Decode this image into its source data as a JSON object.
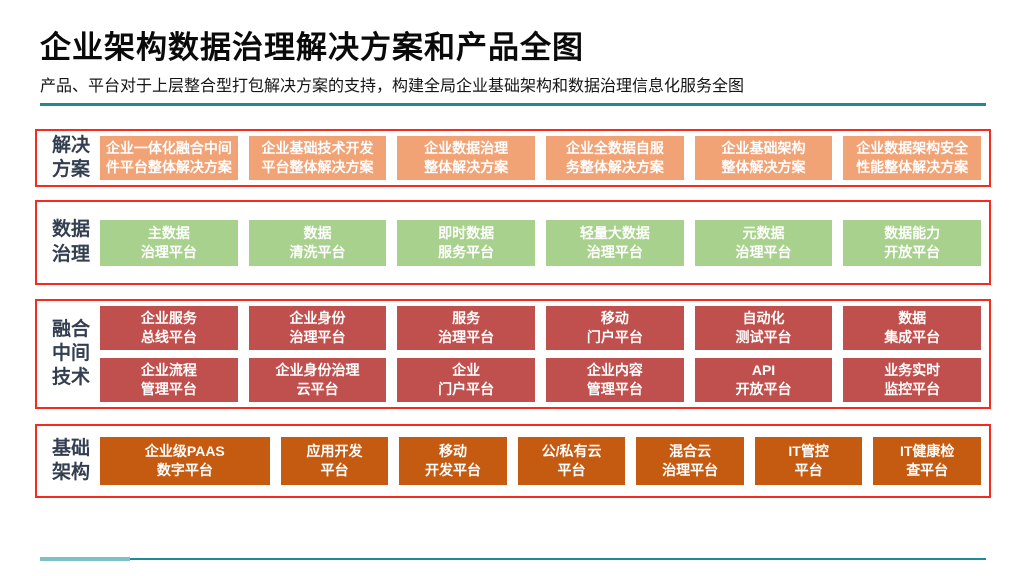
{
  "page": {
    "title": "企业架构数据治理解决方案和产品全图",
    "subtitle": "产品、平台对于上层整合型打包解决方案的支持，构建全局企业基础架构和数据治理信息化服务全图"
  },
  "colors": {
    "divider_teal": "#1E8A96",
    "divider_teal_light": "#7FBFC6",
    "band_border_red": "#F32C1E",
    "solutions_orange": "#F1A376",
    "governance_green": "#A9D18E",
    "middleware_red": "#C0504D",
    "infra_dark_orange": "#C55A11",
    "band_label_dark": "#333F50"
  },
  "rows": [
    {
      "name": "解决方案",
      "label": "解决\n方案",
      "boxes": [
        "企业一体化融合中间\n件平台整体解决方案",
        "企业基础技术开发\n平台整体解决方案",
        "企业数据治理\n整体解决方案",
        "企业全数据自服\n务整体解决方案",
        "企业基础架构\n整体解决方案",
        "企业数据架构安全\n性能整体解决方案"
      ]
    },
    {
      "name": "数据治理",
      "label": "数据\n治理",
      "boxes": [
        "主数据\n治理平台",
        "数据\n清洗平台",
        "即时数据\n服务平台",
        "轻量大数据\n治理平台",
        "元数据\n治理平台",
        "数据能力\n开放平台"
      ]
    },
    {
      "name": "融合中间技术",
      "label": "融合\n中间\n技术",
      "boxes_top": [
        "企业服务\n总线平台",
        "企业身份\n治理平台",
        "服务\n治理平台",
        "移动\n门户平台",
        "自动化\n测试平台",
        "数据\n集成平台"
      ],
      "boxes_bottom": [
        "企业流程\n管理平台",
        "企业身份治理\n云平台",
        "企业\n门户平台",
        "企业内容\n管理平台",
        "API\n开放平台",
        "业务实时\n监控平台"
      ]
    },
    {
      "name": "基础架构",
      "label": "基础\n架构",
      "boxes": [
        "企业级PAAS\n数字平台",
        "应用开发\n平台",
        "移动\n开发平台",
        "公/私有云\n平台",
        "混合云\n治理平台",
        "IT管控\n平台",
        "IT健康检\n查平台"
      ]
    }
  ]
}
